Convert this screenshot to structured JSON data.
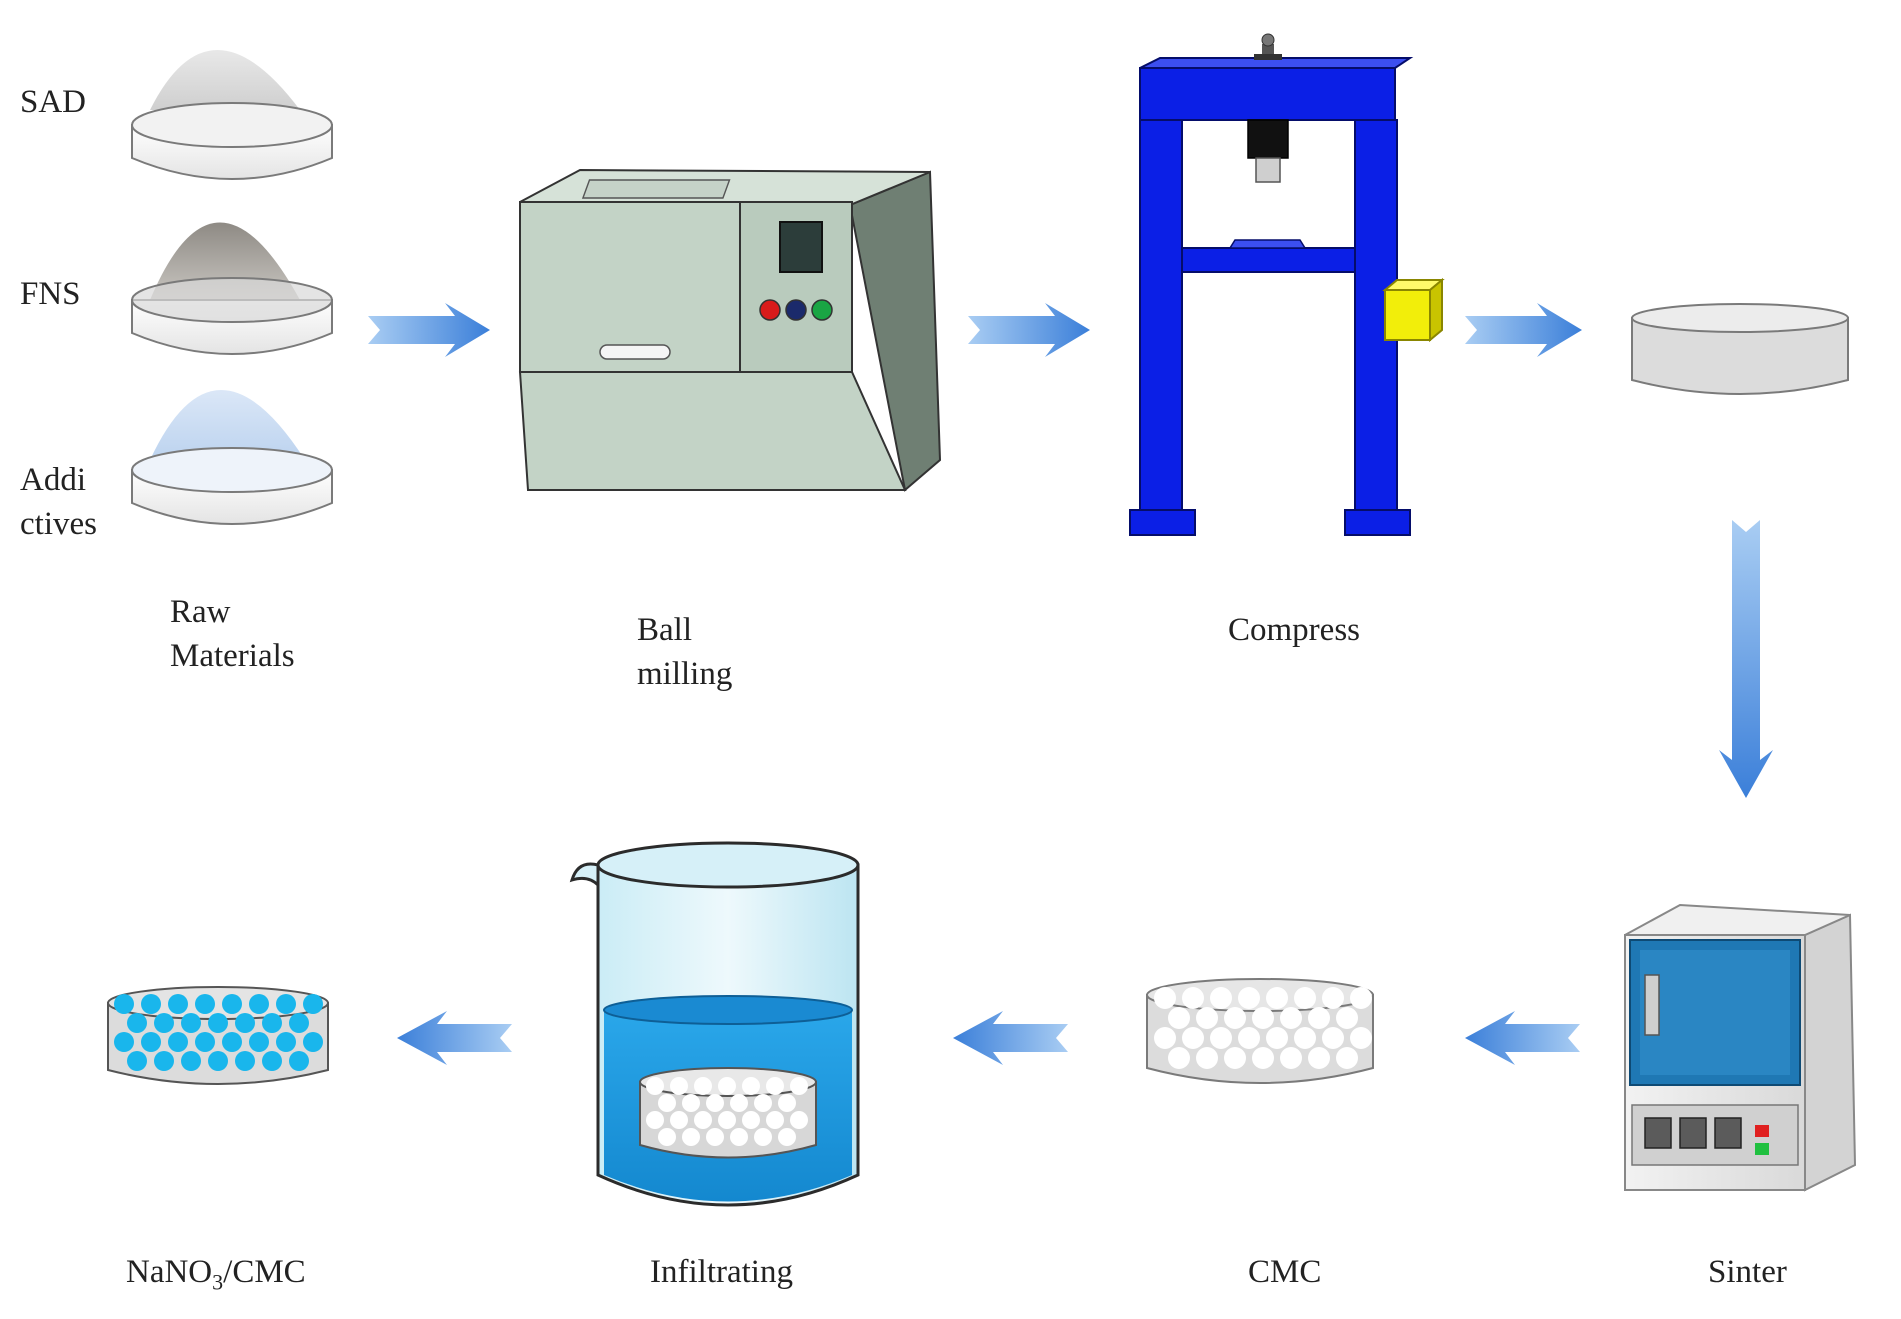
{
  "raw_materials": {
    "items": [
      {
        "label": "SAD"
      },
      {
        "label": "FNS"
      },
      {
        "label_line1": "Addi",
        "label_line2": "ctives"
      }
    ],
    "caption_line1": "Raw",
    "caption_line2": "Materials"
  },
  "steps": {
    "ball_milling": {
      "line1": "Ball",
      "line2": "milling"
    },
    "compress": {
      "label": "Compress"
    },
    "sinter": {
      "label": "Sinter"
    },
    "cmc": {
      "label": "CMC"
    },
    "infiltrating": {
      "label": "Infiltrating"
    },
    "product": {
      "prefix": "NaNO",
      "subscript": "3",
      "suffix": "/CMC"
    }
  },
  "colors": {
    "arrow": "#4d8fe0",
    "press_frame": "#0b1fe6",
    "press_block": "#f2ee0a",
    "mill_body": "#c3d3c6",
    "furnace_door": "#1f78b4",
    "liquid": "#1e9bdf",
    "salt_dots": "#19b6ec",
    "pore_dots": "#ffffff",
    "pellet": "#dcdcdc"
  },
  "icons": {
    "arrows": "flow-arrow-icon",
    "mill": "ball-mill-icon",
    "press": "hydraulic-press-icon",
    "furnace": "muffle-furnace-icon",
    "beaker": "beaker-icon"
  }
}
